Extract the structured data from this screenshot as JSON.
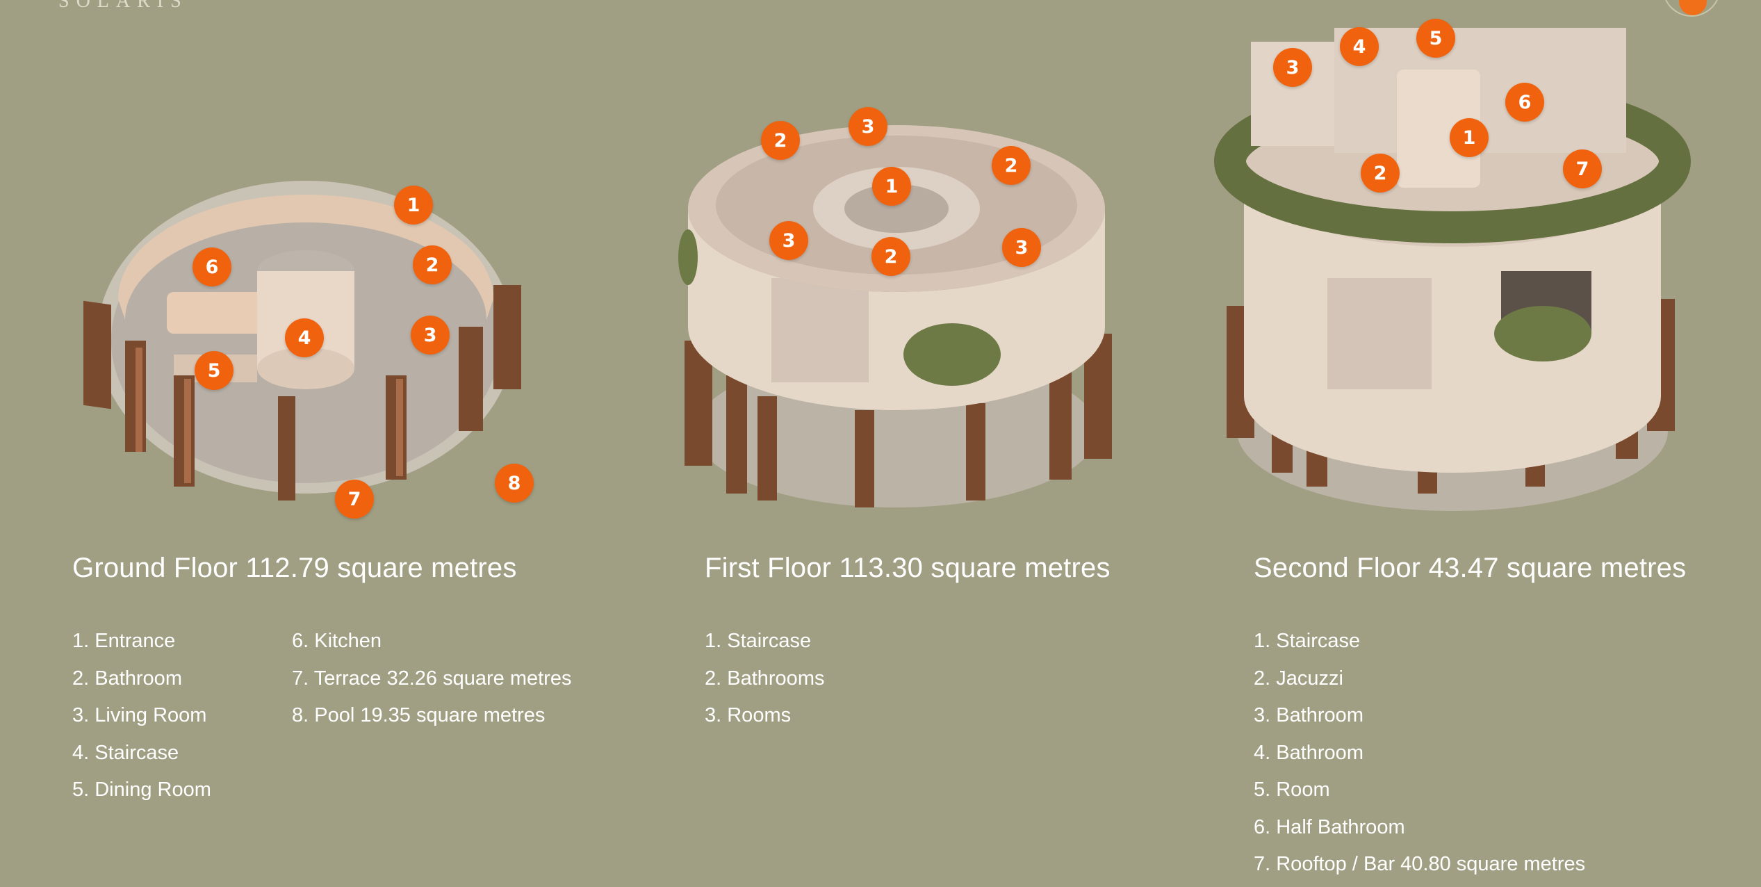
{
  "brand": {
    "logo_text": "SOLARIS"
  },
  "floors": [
    {
      "title": "Ground Floor 112.79 square metres",
      "list_col1": [
        "1. Entrance",
        "2. Bathroom",
        "3. Living Room",
        "4. Staircase",
        "5. Dining Room"
      ],
      "list_col2": [
        "6. Kitchen",
        "7. Terrace 32.26 square metres",
        "8. Pool 19.35 square metres"
      ],
      "markers": [
        "1",
        "2",
        "3",
        "4",
        "5",
        "6",
        "7",
        "8"
      ]
    },
    {
      "title": "First Floor 113.30 square metres",
      "list_col1": [
        "1. Staircase",
        "2. Bathrooms",
        "3. Rooms"
      ],
      "markers": [
        "1",
        "2",
        "2",
        "2",
        "3",
        "3",
        "3"
      ]
    },
    {
      "title": "Second Floor 43.47 square metres",
      "list_col1": [
        "1. Staircase",
        "2. Jacuzzi",
        "3. Bathroom",
        "4. Bathroom",
        "5. Room",
        "6. Half Bathroom",
        "7. Rooftop / Bar 40.80 square metres"
      ],
      "markers": [
        "1",
        "2",
        "3",
        "4",
        "5",
        "6",
        "7"
      ]
    }
  ],
  "colors": {
    "background": "#a19f83",
    "marker": "#f0620d",
    "text": "#ffffff"
  }
}
